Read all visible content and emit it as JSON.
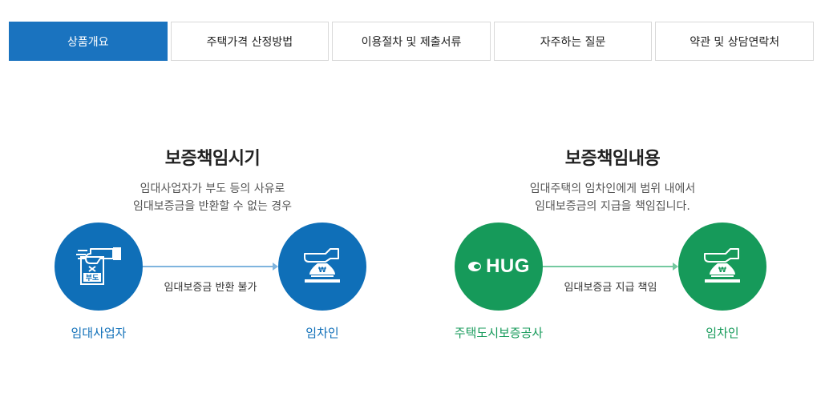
{
  "tabs": [
    {
      "label": "상품개요",
      "active": true
    },
    {
      "label": "주택가격 산정방법",
      "active": false
    },
    {
      "label": "이용절차 및 제출서류",
      "active": false
    },
    {
      "label": "자주하는 질문",
      "active": false
    },
    {
      "label": "약관 및 상담연락처",
      "active": false
    }
  ],
  "panels": {
    "left": {
      "title": "보증책임시기",
      "desc": [
        "임대사업자가 부도 등의 사유로",
        "임대보증금을 반환할 수 없는 경우"
      ],
      "from_label": "임대사업자",
      "from_icon": "bankrupt-document-icon",
      "from_icon_text": "부도",
      "arrow_label": "임대보증금 반환 불가",
      "to_label": "임차인",
      "to_icon": "hand-money-bag-icon",
      "color": "#0f6fb8"
    },
    "right": {
      "title": "보증책임내용",
      "desc": [
        "임대주택의 임차인에게 범위 내에서",
        "임대보증금의 지급을 책임집니다."
      ],
      "from_label": "주택도시보증공사",
      "from_logo_text": "HUG",
      "from_icon": "hug-logo-icon",
      "arrow_label": "임대보증금 지급 책임",
      "to_label": "임차인",
      "to_icon": "hand-money-bag-icon",
      "color": "#169a5a"
    }
  },
  "colors": {
    "tab_active": "#1a73bf",
    "blue": "#0f6fb8",
    "green": "#169a5a"
  }
}
